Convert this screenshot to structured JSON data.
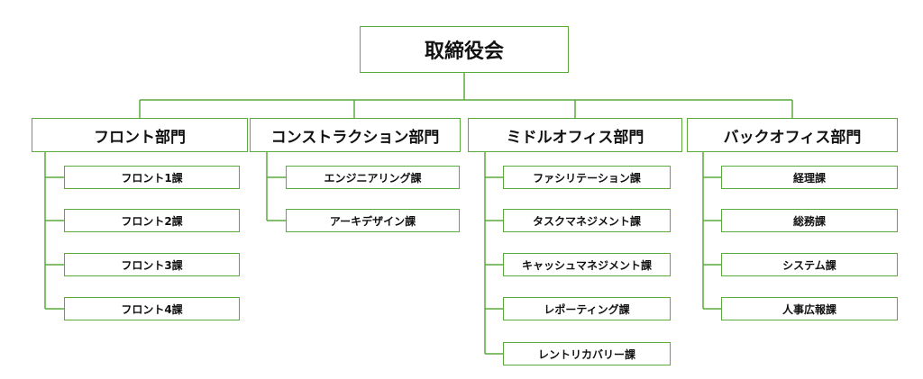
{
  "org": {
    "root": "取締役会",
    "departments": [
      {
        "name": "フロント部門",
        "sections": [
          "フロント1課",
          "フロント2課",
          "フロント3課",
          "フロント4課"
        ]
      },
      {
        "name": "コンストラクション部門",
        "sections": [
          "エンジニアリング課",
          "アーキデザイン課"
        ]
      },
      {
        "name": "ミドルオフィス部門",
        "sections": [
          "ファシリテーション課",
          "タスクマネジメント課",
          "キャッシュマネジメント課",
          "レポーティング課",
          "レントリカバリー課"
        ]
      },
      {
        "name": "バックオフィス部門",
        "sections": [
          "経理課",
          "総務課",
          "システム課",
          "人事広報課"
        ]
      }
    ]
  },
  "colors": {
    "line": "#5aaa3c",
    "text": "#111111"
  }
}
